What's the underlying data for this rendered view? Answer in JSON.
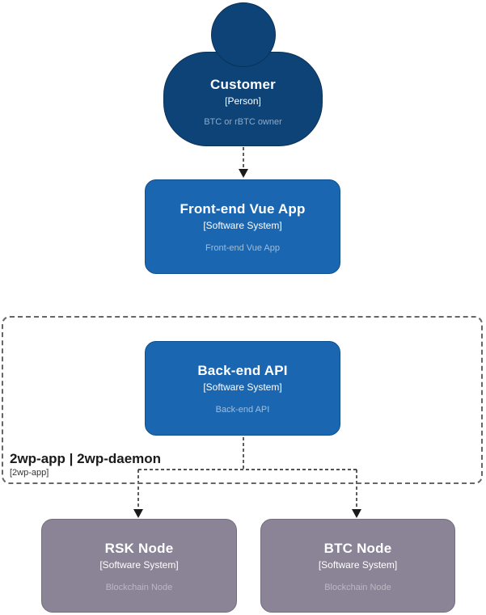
{
  "diagram": {
    "nodes": {
      "customer": {
        "title": "Customer",
        "meta": "[Person]",
        "description": "BTC or rBTC owner"
      },
      "frontend": {
        "title": "Front-end Vue App",
        "meta": "[Software System]",
        "description": "Front-end Vue App"
      },
      "backend": {
        "title": "Back-end API",
        "meta": "[Software System]",
        "description": "Back-end API"
      },
      "rsk_node": {
        "title": "RSK Node",
        "meta": "[Software System]",
        "description": "Blockchain Node"
      },
      "btc_node": {
        "title": "BTC Node",
        "meta": "[Software System]",
        "description": "Blockchain Node"
      }
    },
    "boundary": {
      "title": "2wp-app | 2wp-daemon",
      "meta": "[2wp-app]"
    },
    "colors": {
      "person_fill": "#0d4377",
      "system_fill": "#1b66b0",
      "external_fill": "#8b8496",
      "boundary_border": "#666666",
      "connector": "#1a1a1a",
      "background": "#ffffff"
    }
  }
}
